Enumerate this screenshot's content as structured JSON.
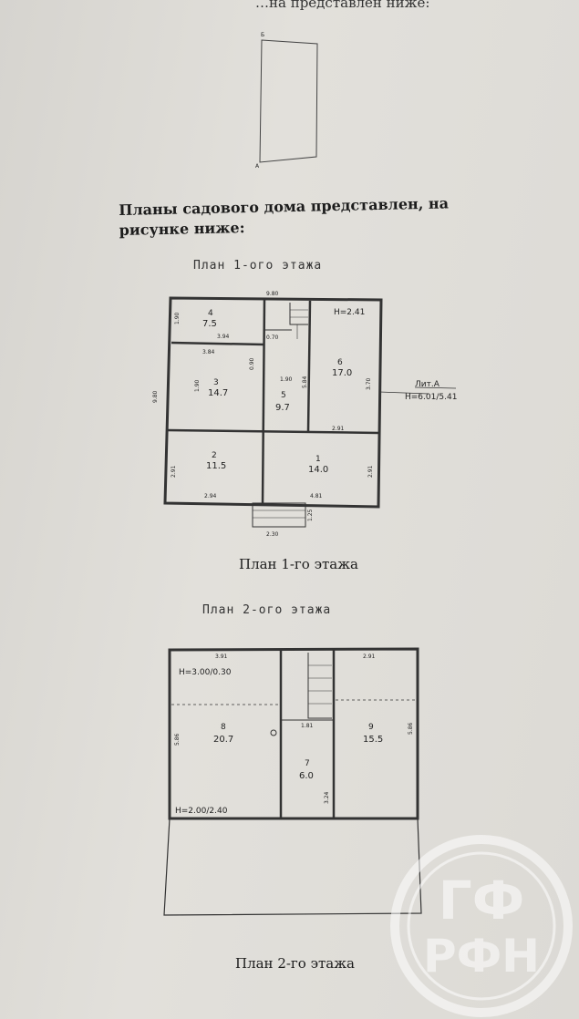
{
  "header_cut": "…на представлен ниже:",
  "site": {
    "top_label": "Б",
    "bottom_label": "А"
  },
  "intro_text": "Планы садового дома представлен, на рисунке ниже:",
  "floor1": {
    "handwritten_title": "План 1-ого этажа",
    "caption": "План 1-го этажа",
    "overall_width": "9.80",
    "overall_height": "9.80",
    "porch_width": "2.30",
    "porch_depth": "1.25",
    "height_note": "H=2.41",
    "lit_label": "Лит.А",
    "lit_height": "H=6.01/5.41",
    "rooms": [
      {
        "num": "4",
        "area": "7.5"
      },
      {
        "num": "3",
        "area": "14.7"
      },
      {
        "num": "5",
        "area": "9.7"
      },
      {
        "num": "6",
        "area": "17.0"
      },
      {
        "num": "2",
        "area": "11.5"
      },
      {
        "num": "1",
        "area": "14.0"
      }
    ],
    "dims": [
      "3.94",
      "3.84",
      "1.90",
      "1.90",
      "5.84",
      "2.91",
      "2.94",
      "4.81",
      "2.91",
      "2.91",
      "0.90",
      "1.90",
      "0.70",
      "3.70"
    ]
  },
  "floor2": {
    "handwritten_title": "План 2-ого этажа",
    "caption": "План 2-го этажа",
    "height_top": "H=3.00/0.30",
    "height_bottom": "H=2.00/2.40",
    "rooms": [
      {
        "num": "8",
        "area": "20.7"
      },
      {
        "num": "7",
        "area": "6.0"
      },
      {
        "num": "9",
        "area": "15.5"
      }
    ],
    "dims": [
      "3.91",
      "2.91",
      "5.86",
      "5.86",
      "1.81",
      "3.24"
    ]
  },
  "watermark": {
    "line1": "ГФ",
    "line2": "РФН"
  }
}
